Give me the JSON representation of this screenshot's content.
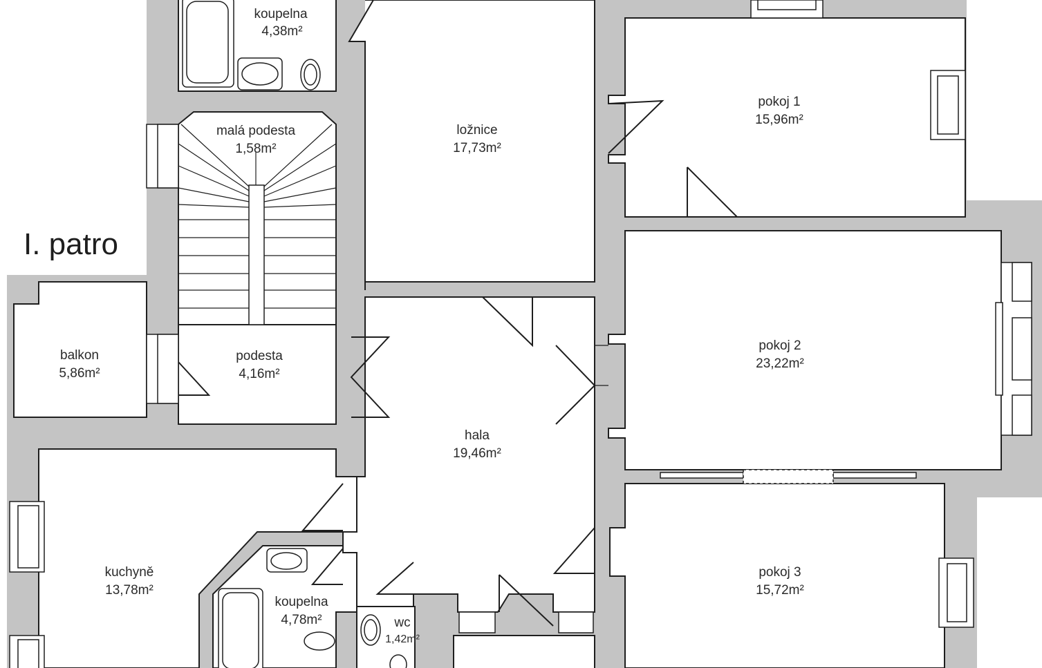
{
  "plan": {
    "title": "I. patro",
    "rooms": [
      {
        "id": "koupelna-top",
        "name": "koupelna",
        "area": "4,38m²"
      },
      {
        "id": "mala-podesta",
        "name": "malá podesta",
        "area": "1,58m²"
      },
      {
        "id": "loznice",
        "name": "ložnice",
        "area": "17,73m²"
      },
      {
        "id": "pokoj-1",
        "name": "pokoj 1",
        "area": "15,96m²"
      },
      {
        "id": "balkon",
        "name": "balkon",
        "area": "5,86m²"
      },
      {
        "id": "podesta",
        "name": "podesta",
        "area": "4,16m²"
      },
      {
        "id": "pokoj-2",
        "name": "pokoj 2",
        "area": "23,22m²"
      },
      {
        "id": "hala",
        "name": "hala",
        "area": "19,46m²"
      },
      {
        "id": "kuchyne",
        "name": "kuchyně",
        "area": "13,78m²"
      },
      {
        "id": "koupelna-bottom",
        "name": "koupelna",
        "area": "4,78m²"
      },
      {
        "id": "wc",
        "name": "wc",
        "area": "1,42m²"
      },
      {
        "id": "pokoj-3",
        "name": "pokoj 3",
        "area": "15,72m²"
      }
    ]
  }
}
